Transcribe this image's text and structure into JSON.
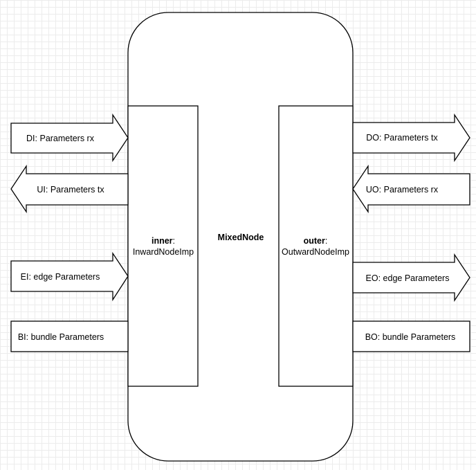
{
  "node": {
    "label": "MixedNode"
  },
  "inner": {
    "name": "inner",
    "type": "InwardNodeImp"
  },
  "outer": {
    "name": "outer",
    "type": "OutwardNodeImp"
  },
  "left_ports": {
    "di": "DI: Parameters rx",
    "ui": "UI: Parameters tx",
    "ei": "EI: edge Parameters",
    "bi": "BI: bundle Parameters"
  },
  "right_ports": {
    "do": "DO: Parameters tx",
    "uo": "UO: Parameters rx",
    "eo": "EO: edge Parameters",
    "bo": "BO: bundle Parameters"
  },
  "colors": {
    "stroke": "#000000",
    "fill": "#ffffff",
    "text": "#000000",
    "grid": "#ececec"
  }
}
